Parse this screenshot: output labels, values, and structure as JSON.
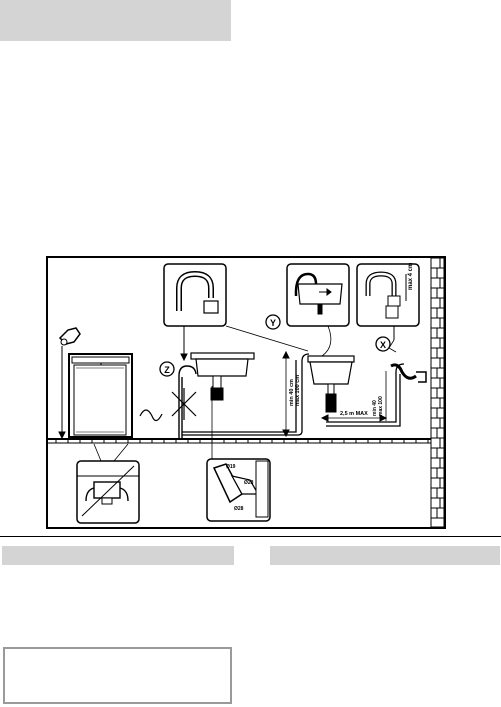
{
  "diagram": {
    "callouts": [
      "Z",
      "Y",
      "X"
    ],
    "dimension_labels": {
      "height_min_max": "min 40 cm\nmax 100 cm",
      "length_max": "2,5 m MAX",
      "siphon_height": "max 4 cm",
      "side_heights": "min 40\nmax 100"
    },
    "clip_labels": [
      "Ø19",
      "Ø28",
      "Ø28"
    ]
  },
  "colors": {
    "gray_bar": "#d4d4d4",
    "box_border": "#9a9a9a",
    "ink": "#000000"
  }
}
